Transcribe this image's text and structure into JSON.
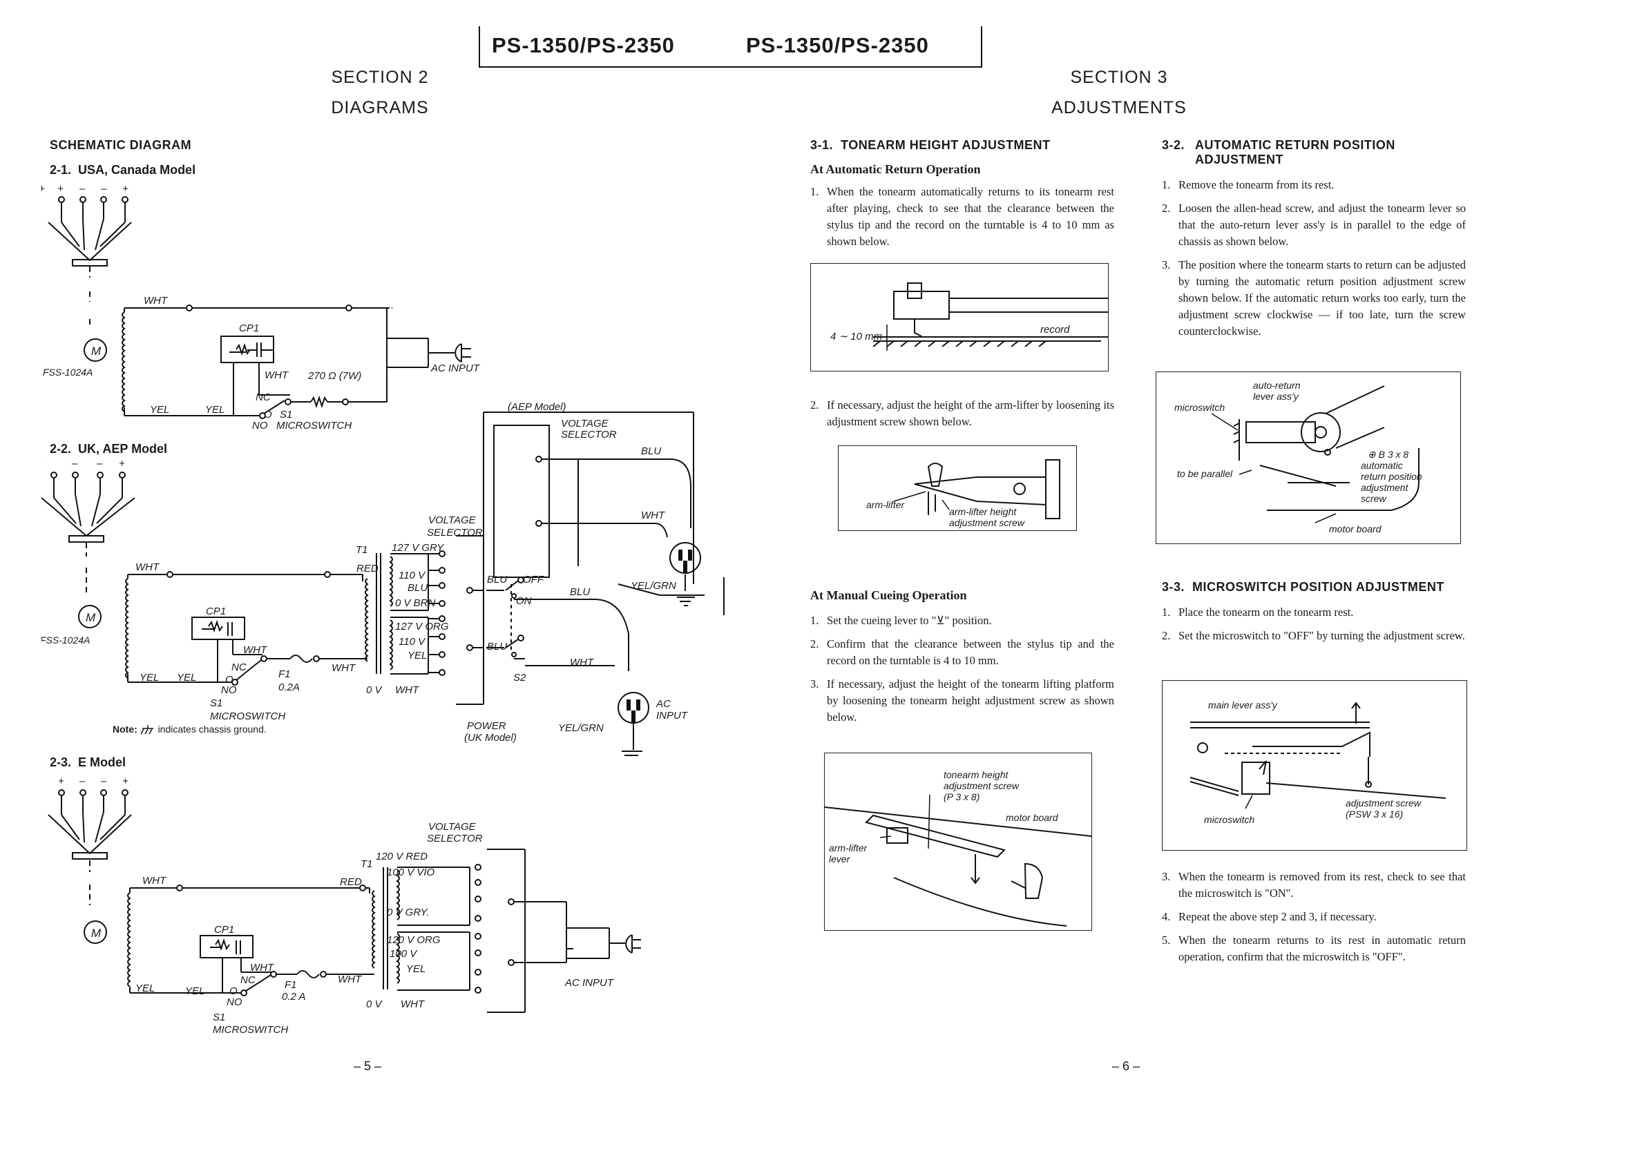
{
  "header": {
    "left_title": "PS-1350/PS-2350",
    "right_title": "PS-1350/PS-2350"
  },
  "left_page": {
    "section": "SECTION 2",
    "section_name": "DIAGRAMS",
    "heading": "SCHEMATIC DIAGRAM",
    "sub1": {
      "num": "2-1.",
      "label": "USA, Canada Model"
    },
    "sub2": {
      "num": "2-2.",
      "label": "UK, AEP Model"
    },
    "sub3": {
      "num": "2-3.",
      "label": "E Model"
    },
    "note_prefix": "Note:",
    "note_text": "indicates chassis ground.",
    "page_number": "– 5 –"
  },
  "schem": {
    "wht": "WHT",
    "yel": "YEL",
    "red": "RED",
    "blu": "BLU",
    "gry": "GRY",
    "cp1": "CP1",
    "m": "M",
    "motor": "FSS-1024A",
    "nc": "NC",
    "no": "NO",
    "s1": "S1",
    "microswitch": "MICROSWITCH",
    "no_microswitch": "NO  MICROSWITCH",
    "res": "270 Ω (7W)",
    "ac_input": "AC INPUT",
    "f1": "F1",
    "fuse": "0.2A",
    "fuse_e": "0.2 A",
    "t1": "T1",
    "vs": "VOLTAGE",
    "vs2": "SELECTOR",
    "aep": "(AEP Model)",
    "uk_t1": [
      "127 V GRY",
      "110 V",
      "BLU",
      "0 V BRN",
      "127 V ORG",
      "110 V",
      "YEL",
      "0 V   WHT"
    ],
    "off": "OFF",
    "on": "ON",
    "s2": "S2",
    "yelgrn": "YEL/GRN",
    "ac": "AC",
    "input": "INPUT",
    "power": "POWER",
    "uk_model": "(UK Model)",
    "e_t1": [
      "120 V  RED",
      "100 V  VIO",
      "0 V  GRY.",
      "120 V  ORG",
      "100 V",
      "YEL",
      "0 V   WHT"
    ],
    "plus": "+",
    "minus": "–"
  },
  "right_page": {
    "section": "SECTION 3",
    "section_name": "ADJUSTMENTS",
    "page_number": "– 6 –",
    "s31": {
      "num": "3-1.",
      "title": "TONEARM HEIGHT ADJUSTMENT",
      "sub_auto": "At Automatic Return Operation",
      "step1": "When the tonearm automatically returns to its tonearm rest after playing, check to see that the clearance between the stylus tip and the record on the turntable is 4 to 10 mm as shown below.",
      "fig1_gap": "4 ∼ 10 mm",
      "fig1_record": "record",
      "step2": "If necessary, adjust the height of the arm-lifter by loosening its adjustment screw shown below.",
      "fig2_armlifter": "arm-lifter",
      "fig2_screw1": "arm-lifter height",
      "fig2_screw2": "adjustment screw",
      "sub_manual": "At Manual Cueing Operation",
      "m1": "Set the cueing lever to \"⊻\" position.",
      "m2": "Confirm that the clearance between the stylus tip and the record on the turntable is 4 to 10 mm.",
      "m3": "If necessary, adjust the height of the tonearm lifting platform by loosening the tonearm height adjustment screw as shown below.",
      "fig3_l1": "tonearm height",
      "fig3_l2": "adjustment screw",
      "fig3_l3": "(P 3 x 8)",
      "fig3_motor": "motor board",
      "fig3_lever1": "arm-lifter",
      "fig3_lever2": "lever"
    },
    "s32": {
      "num": "3-2.",
      "title1": "AUTOMATIC RETURN POSITION",
      "title2": "ADJUSTMENT",
      "step1": "Remove the tonearm from its rest.",
      "step2": "Loosen the allen-head screw, and adjust the tonearm lever so that the auto-return lever ass'y is in parallel to the edge of chassis as shown below.",
      "step3": "The position where the tonearm starts to return can be adjusted by turning the automatic return position adjustment screw shown below. If the automatic return works too early, turn the adjustment screw clockwise — if too late, turn the screw counterclockwise.",
      "fig_auto1": "auto-return",
      "fig_auto2": "lever ass'y",
      "fig_micro": "microswitch",
      "fig_parallel": "to be parallel",
      "fig_b38": "⊕ B 3 x 8",
      "fig_adj1": "automatic",
      "fig_adj2": "return position",
      "fig_adj3": "adjustment",
      "fig_adj4": "screw",
      "fig_motor": "motor board"
    },
    "s33": {
      "num": "3-3.",
      "title": "MICROSWITCH POSITION ADJUSTMENT",
      "step1": "Place the tonearm on the tonearm rest.",
      "step2": "Set the microswitch to \"OFF\" by turning the adjustment screw.",
      "fig_main": "main lever ass'y",
      "fig_adj1": "adjustment screw",
      "fig_adj2": "(PSW 3 x 16)",
      "fig_micro": "microswitch",
      "step3": "When the tonearm is removed from its rest, check to see that the microswitch is \"ON\".",
      "step4": "Repeat the above step 2 and 3, if necessary.",
      "step5": "When the tonearm returns to its rest in automatic return operation, confirm that the microswitch is \"OFF\"."
    }
  }
}
